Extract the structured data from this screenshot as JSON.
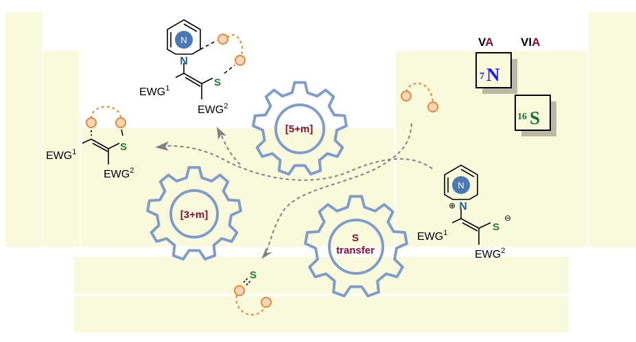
{
  "groups": {
    "va": {
      "prefix": "V",
      "suffix": "A"
    },
    "via": {
      "prefix": "VI",
      "suffix": "A"
    }
  },
  "elements": {
    "nitrogen": {
      "number": "7",
      "symbol": "N"
    },
    "sulfur": {
      "number": "16",
      "symbol": "S"
    }
  },
  "gears": {
    "g3m": {
      "label": "[3+m]"
    },
    "g5m": {
      "label": "[5+m]"
    },
    "transfer": {
      "line1": "S",
      "line2": "transfer"
    }
  },
  "molecules": {
    "left_product": {
      "ewg1": "EWG",
      "ewg1_sup": "1",
      "ewg2": "EWG",
      "ewg2_sup": "2",
      "s": "S"
    },
    "top_product": {
      "n_badge": "N",
      "n": "N",
      "ewg1": "EWG",
      "ewg1_sup": "1",
      "ewg2": "EWG",
      "ewg2_sup": "2",
      "s": "S"
    },
    "ylide": {
      "n_badge": "N",
      "n": "N",
      "plus": "⊕",
      "minus": "⊖",
      "ewg1": "EWG",
      "ewg1_sup": "1",
      "ewg2": "EWG",
      "ewg2_sup": "2",
      "s": "S"
    },
    "thiocarbonyl": {
      "s": "S"
    }
  },
  "colors": {
    "block_fill": "#f9f9dc",
    "gear": "#7f9ccb",
    "gear_text": "#8b0a2e",
    "sulfur_green": "#1f7a3a",
    "nitrogen_blue": "#1f5f94",
    "badge_blue": "#4a78b5",
    "orange_stroke": "#e8892a",
    "orange_fill": "#f5d5bc",
    "arrow_gray": "#808080",
    "element_n": "#1a1aff",
    "element_s": "#13703a"
  }
}
